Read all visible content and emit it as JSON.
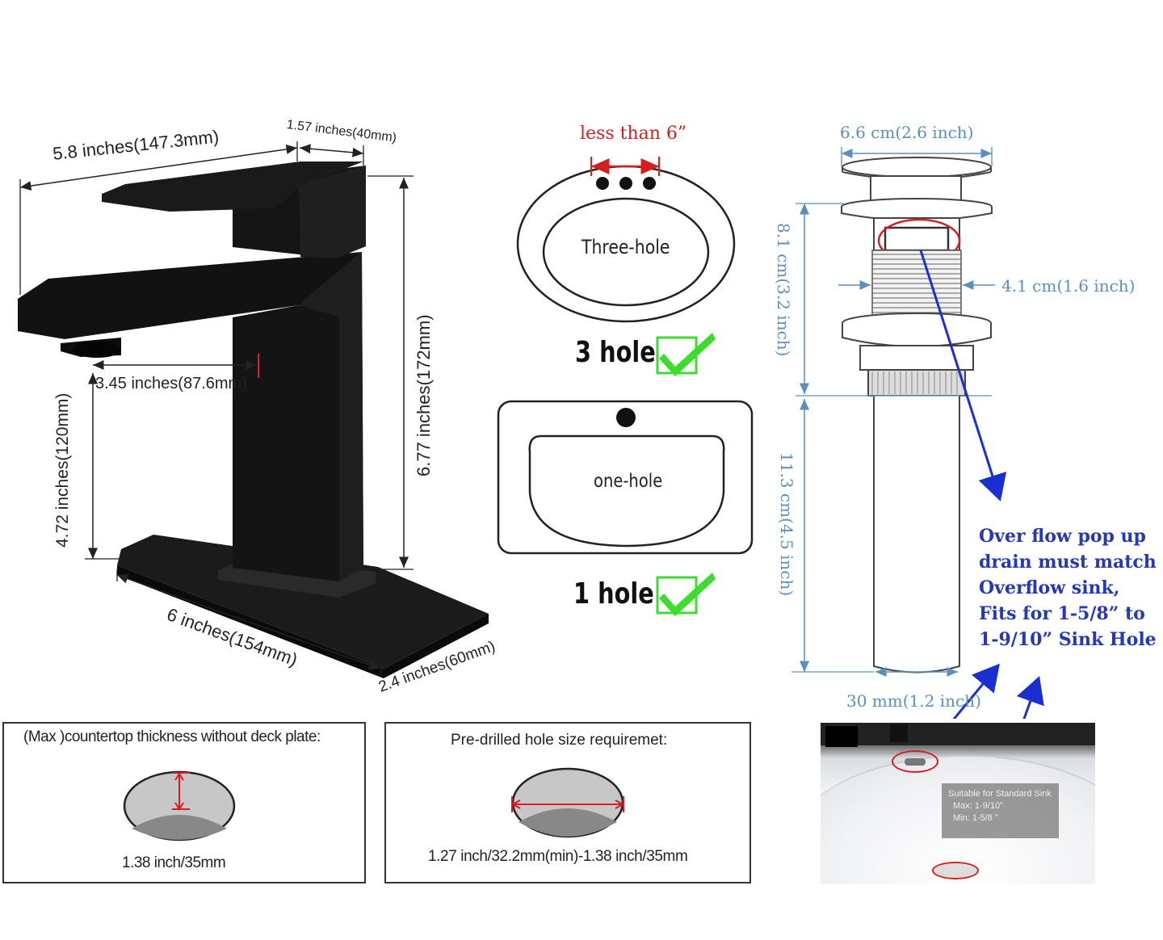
{
  "faucet": {
    "dim_width_total": "5.8 inches(147.3mm)",
    "dim_handle_width": "1.57 inches(40mm)",
    "dim_total_height": "6.77 inches(172mm)",
    "dim_spout_reach": "3.45 inches(87.6mm)",
    "dim_spout_height": "4.72 inches(120mm)",
    "dim_plate_length": "6 inches(154mm)",
    "dim_plate_depth": "2.4 inches(60mm)"
  },
  "holes": {
    "spacing_label": "less than 6”",
    "three_hole_inner": "Three-hole",
    "three_hole_caption": "3 hole",
    "one_hole_inner": "one-hole",
    "one_hole_caption": "1 hole"
  },
  "drain": {
    "dim_top_width": "6.6 cm(2.6 inch)",
    "dim_thread_width": "4.1 cm(1.6 inch)",
    "dim_upper_height": "8.1 cm(3.2 inch)",
    "dim_lower_height": "11.3 cm(4.5 inch)",
    "dim_pipe_width": "30 mm(1.2 inch)",
    "note": "Over flow pop up drain must match Overflow sink, Fits for 1-5/8” to 1-9/10” Sink Hole"
  },
  "countertop_box": {
    "title": "(Max )countertop thickness without deck plate:",
    "value": "1.38 inch/35mm"
  },
  "predrill_box": {
    "title": "Pre-drilled hole size requiremet:",
    "value": "1.27 inch/32.2mm(min)-1.38 inch/35mm"
  },
  "photo_card": {
    "line1": "Suitable for Standard Sink",
    "line2": "Max:  1-9/10”",
    "line3": "Min:   1-5/8 ”"
  },
  "colors": {
    "faucet": "#141414",
    "drain_dim": "#5a8fc0",
    "note": "#2438b8",
    "arrow": "#1a2fd0",
    "check": "#3ddc2f",
    "red": "#d42020"
  }
}
